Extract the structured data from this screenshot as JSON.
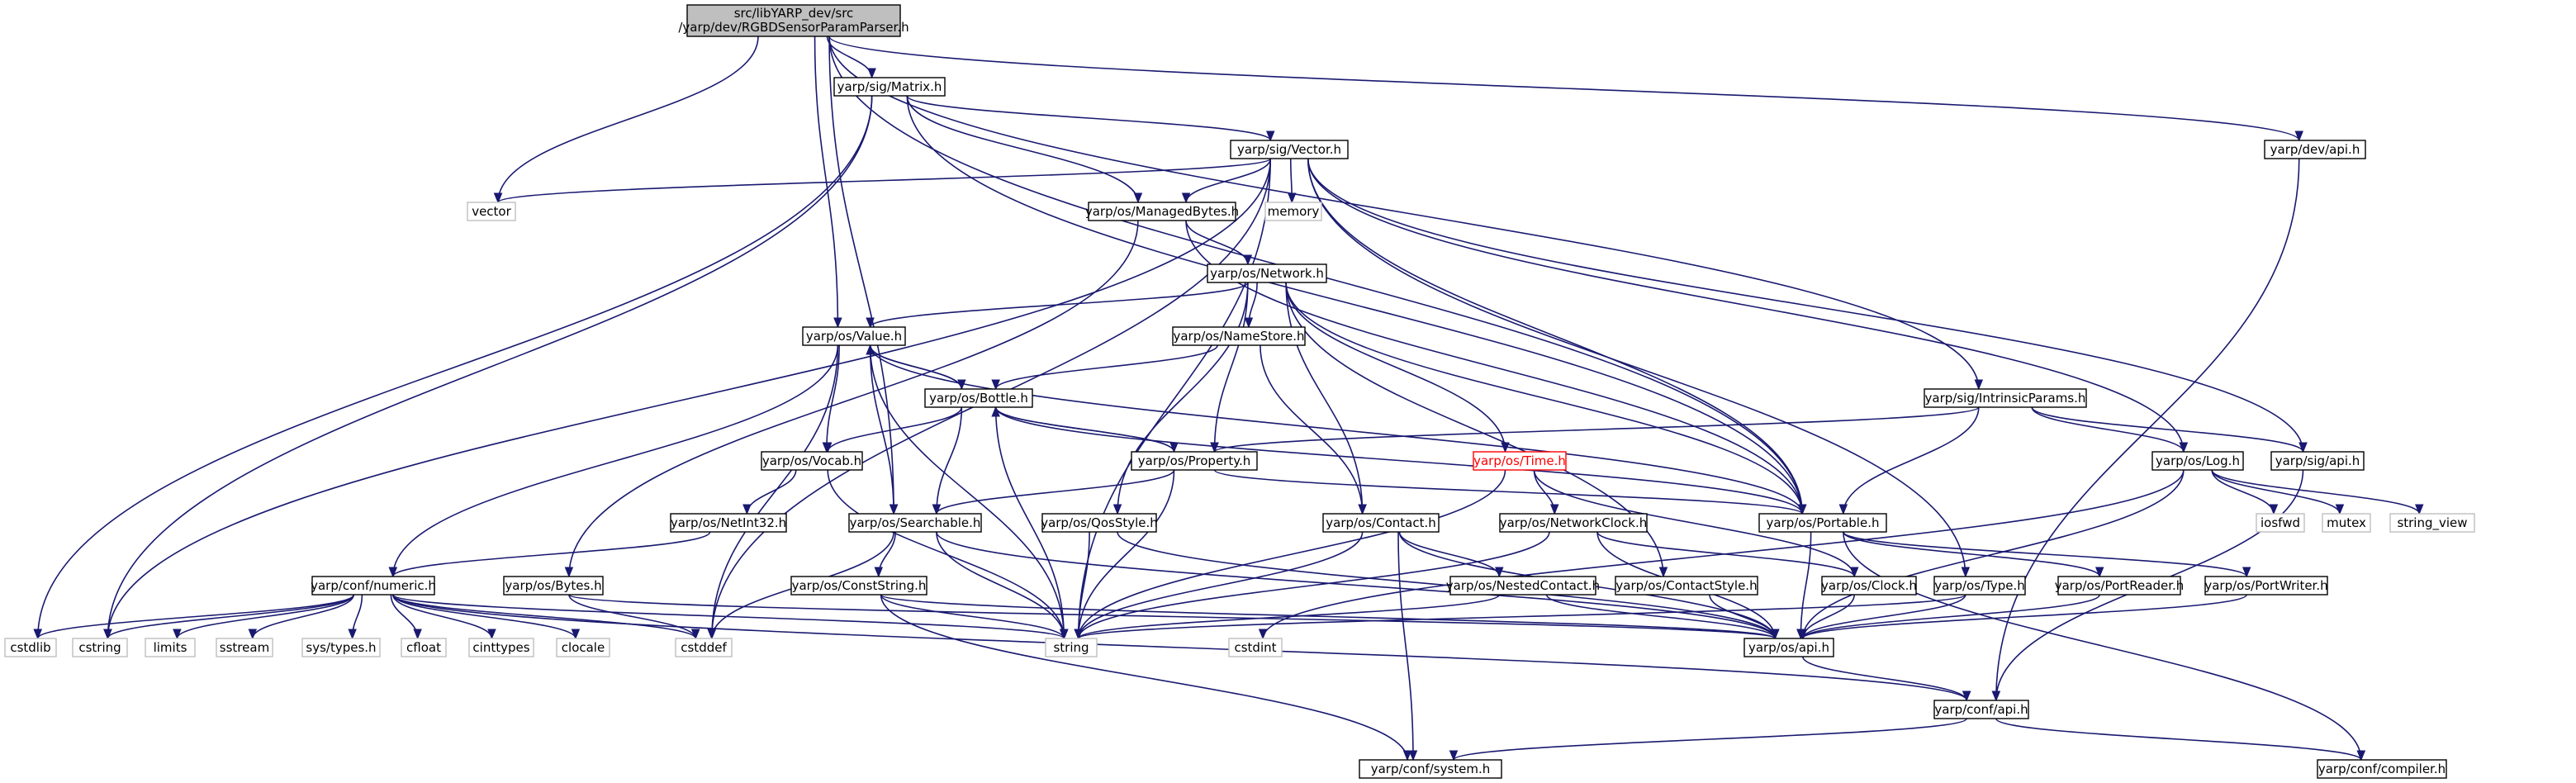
{
  "colors": {
    "edge": "#191970",
    "main_fill": "#bfbfbf",
    "node_border": "#000000",
    "external_border": "#bfbfbf",
    "broken_link": "#ff0000"
  },
  "nodes": {
    "root": [
      "src/libYARP_dev/src",
      "/yarp/dev/RGBDSensorParamParser.h"
    ],
    "matrix": "yarp/sig/Matrix.h",
    "vector_h": "yarp/sig/Vector.h",
    "dev_api": "yarp/dev/api.h",
    "vector": "vector",
    "memory": "memory",
    "managedbytes": "yarp/os/ManagedBytes.h",
    "network": "yarp/os/Network.h",
    "value": "yarp/os/Value.h",
    "namestore": "yarp/os/NameStore.h",
    "bottle": "yarp/os/Bottle.h",
    "intrinsic": "yarp/sig/IntrinsicParams.h",
    "vocab": "yarp/os/Vocab.h",
    "property": "yarp/os/Property.h",
    "time": "yarp/os/Time.h",
    "log": "yarp/os/Log.h",
    "sig_api": "yarp/sig/api.h",
    "netint32": "yarp/os/NetInt32.h",
    "searchable": "yarp/os/Searchable.h",
    "qosstyle": "yarp/os/QosStyle.h",
    "contact": "yarp/os/Contact.h",
    "networkclock": "yarp/os/NetworkClock.h",
    "portable": "yarp/os/Portable.h",
    "iosfwd": "iosfwd",
    "mutex": "mutex",
    "string_view": "string_view",
    "numeric": "yarp/conf/numeric.h",
    "bytes": "yarp/os/Bytes.h",
    "conststring": "yarp/os/ConstString.h",
    "nestedcontact": "yarp/os/NestedContact.h",
    "contactstyle": "yarp/os/ContactStyle.h",
    "clock": "yarp/os/Clock.h",
    "type": "yarp/os/Type.h",
    "portreader": "yarp/os/PortReader.h",
    "portwriter": "yarp/os/PortWriter.h",
    "cstdlib": "cstdlib",
    "cstring": "cstring",
    "limits": "limits",
    "sstream": "sstream",
    "systypes": "sys/types.h",
    "cfloat": "cfloat",
    "cinttypes": "cinttypes",
    "clocale": "clocale",
    "cstddef": "cstddef",
    "string": "string",
    "cstdint": "cstdint",
    "os_api": "yarp/os/api.h",
    "conf_api": "yarp/conf/api.h",
    "system": "yarp/conf/system.h",
    "compiler": "yarp/conf/compiler.h"
  }
}
